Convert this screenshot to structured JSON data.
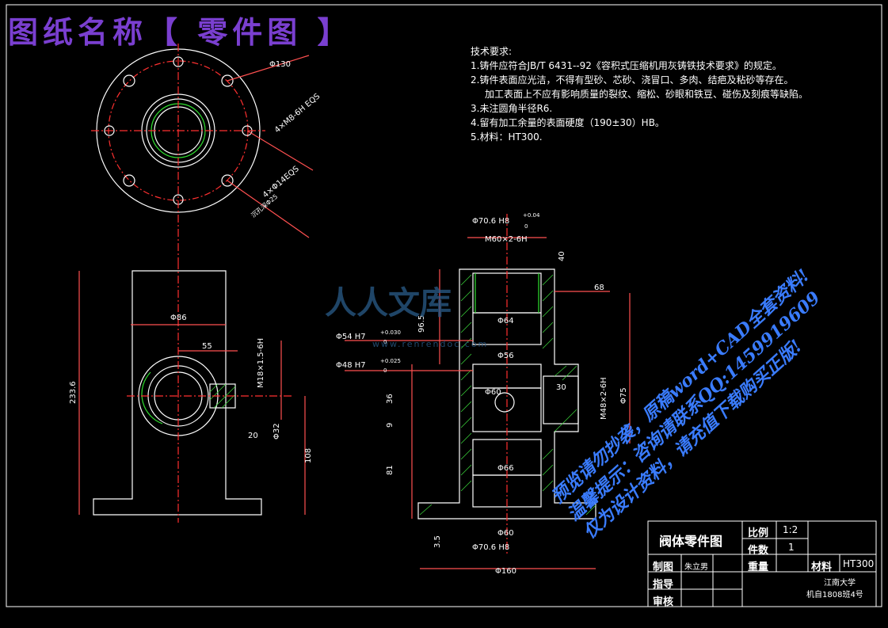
{
  "header": {
    "title": "图纸名称【 零件图 】"
  },
  "tech_requirements": {
    "heading": "技术要求:",
    "line1": "1.铸件应符合JB/T  6431--92《容积式压缩机用灰铸铁技术要求》的规定。",
    "line2": "2.铸件表面应光洁，不得有型砂、芯砂、浇冒口、多肉、结疤及粘砂等存在。",
    "line3": "加工表面上不应有影响质量的裂纹、缩松、砂眼和铁豆、碰伤及刻痕等缺陷。",
    "line4": "3.未注圆角半径R6.",
    "line5": "4.留有加工余量的表面硬度（190±30）HB。",
    "line6": "5.材料：HT300."
  },
  "dimensions": {
    "phi130": "Φ130",
    "thread_4m8": "4×M8-6H EQS",
    "holes_4phi14": "4×Φ14EQS",
    "counterbore": "沉孔深Φ25",
    "phi86": "Φ86",
    "d55": "55",
    "m18": "M18×1.5-6H",
    "d20": "20",
    "phi32": "Φ32",
    "d108": "108",
    "d233": "233.6",
    "phi70_top": "Φ70.6 H8",
    "tol_top_upper": "+0.04",
    "tol_top_lower": "0",
    "m60": "M60×2-6H",
    "d40": "40",
    "d68": "68",
    "phi64": "Φ64",
    "d96": "96.5",
    "phi54": "Φ54 H7",
    "tol54_upper": "+0.030",
    "tol54_lower": "0",
    "phi48": "Φ48 H7",
    "tol48_upper": "+0.025",
    "tol48_lower": "0",
    "phi56": "Φ56",
    "d30": "30",
    "phi60_mid": "Φ60",
    "m48": "M48×2-6H",
    "phi75": "Φ75",
    "phi66": "Φ66",
    "d36": "36",
    "d81": "81",
    "d9": "9",
    "phi60_bot": "Φ60",
    "phi70_bot": "Φ70.6 H8",
    "phi160": "Φ160",
    "d35": "3.5"
  },
  "watermark": {
    "brand": "人人文库",
    "url": "www.renrendoc.com"
  },
  "promo": {
    "line1": "预览请勿抄袭，原稿word+CAD全套资料!",
    "line2": "温馨提示：咨询请联系QQ:1459919609",
    "line3": "仅为设计资料，请充值下载购买正版!"
  },
  "title_block": {
    "part_name": "阀体零件图",
    "scale_label": "比例",
    "scale_value": "1:2",
    "qty_label": "件数",
    "qty_value": "1",
    "drawn_label": "制图",
    "drawn_name": "朱立男",
    "weight_label": "重量",
    "material_label": "材料",
    "material_value": "HT300",
    "guide_label": "指导",
    "review_label": "审核",
    "school": "江南大学",
    "class_info": "机自1808班4号"
  },
  "colors": {
    "line": "#ffffff",
    "center": "#ff3030",
    "dim": "#ff5050",
    "hatch": "#39d039",
    "inner": "#30e030",
    "title": "#7a3fd0",
    "promo": "#3a7cff"
  }
}
